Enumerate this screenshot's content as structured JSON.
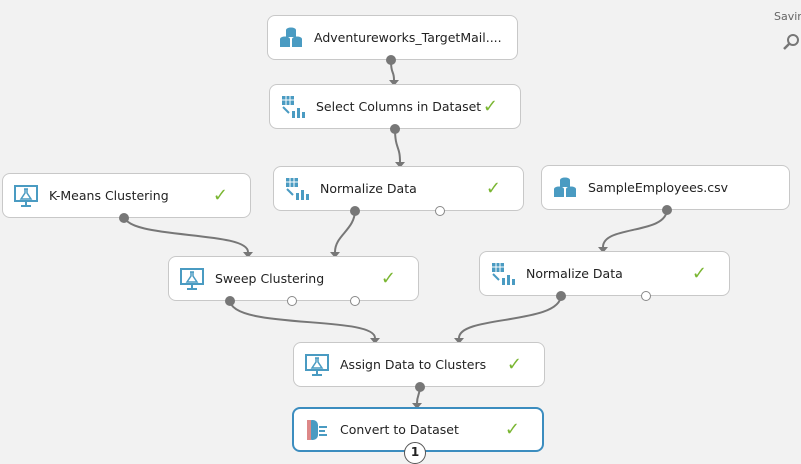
{
  "status": "Saving",
  "nodes": [
    {
      "label": "Adventureworks_TargetMail....",
      "icon": "dataset-icon",
      "done": false
    },
    {
      "label": "Select Columns in Dataset",
      "icon": "table-transform-icon",
      "done": true
    },
    {
      "label": "K-Means Clustering",
      "icon": "model-icon",
      "done": true
    },
    {
      "label": "Normalize Data",
      "icon": "table-transform-icon",
      "done": true
    },
    {
      "label": "SampleEmployees.csv",
      "icon": "dataset-icon",
      "done": false
    },
    {
      "label": "Sweep Clustering",
      "icon": "model-icon",
      "done": true
    },
    {
      "label": "Normalize Data",
      "icon": "table-transform-icon",
      "done": true
    },
    {
      "label": "Assign Data to Clusters",
      "icon": "model-icon",
      "done": true
    },
    {
      "label": "Convert to Dataset",
      "icon": "convert-icon",
      "done": true
    }
  ],
  "check": "✓",
  "output_badge": "1",
  "colors": {
    "accent": "#3c8dbf",
    "check": "#7ab632",
    "icon": "#4a9bc2"
  }
}
